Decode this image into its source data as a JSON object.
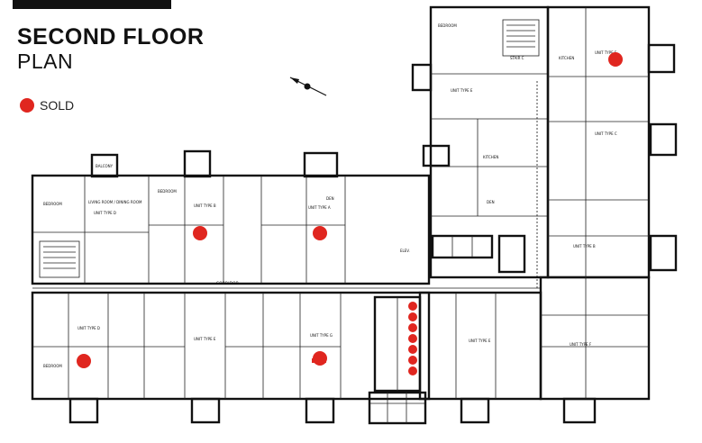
{
  "header": {
    "title": "SECOND FLOOR",
    "subtitle": "PLAN"
  },
  "legend": {
    "label": "SOLD",
    "color": "#e0261f"
  },
  "labels": {
    "corridor": "CORRIDOR",
    "stair": "STAIR C",
    "bedroom": "BEDROOM",
    "living": "LIVING ROOM / DINING ROOM",
    "kitchen": "KITCHEN",
    "balcony": "BALCONY",
    "den": "DEN",
    "elev": "ELEV."
  },
  "units": [
    {
      "name": "UNIT TYPE D",
      "sold": false
    },
    {
      "name": "UNIT TYPE B",
      "sold": true
    },
    {
      "name": "UNIT TYPE A",
      "sold": true
    },
    {
      "name": "UNIT TYPE C",
      "sold": false
    },
    {
      "name": "UNIT TYPE F",
      "sold": true
    },
    {
      "name": "UNIT TYPE B",
      "sold": false
    },
    {
      "name": "UNIT TYPE E",
      "sold": false
    },
    {
      "name": "UNIT TYPE E",
      "sold": false
    },
    {
      "name": "UNIT TYPE G",
      "sold": true
    },
    {
      "name": "UNIT TYPE D",
      "sold": true
    },
    {
      "name": "UNIT TYPE F",
      "sold": false
    },
    {
      "name": "UNIT TYPE E",
      "sold": false
    }
  ],
  "lockers": {
    "sold_count": 7
  }
}
